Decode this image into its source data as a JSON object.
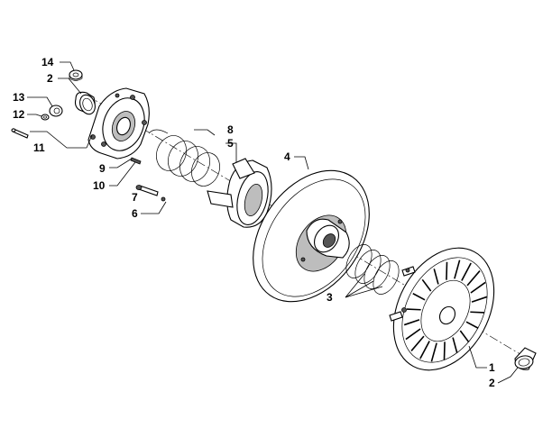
{
  "callouts": [
    {
      "id": "c14",
      "text": "14"
    },
    {
      "id": "c2a",
      "text": "2"
    },
    {
      "id": "c13",
      "text": "13"
    },
    {
      "id": "c12",
      "text": "12"
    },
    {
      "id": "c11",
      "text": "11"
    },
    {
      "id": "c9",
      "text": "9"
    },
    {
      "id": "c10",
      "text": "10"
    },
    {
      "id": "c8",
      "text": "8"
    },
    {
      "id": "c5",
      "text": "5"
    },
    {
      "id": "c4",
      "text": "4"
    },
    {
      "id": "c7",
      "text": "7"
    },
    {
      "id": "c6",
      "text": "6"
    },
    {
      "id": "c3",
      "text": "3"
    },
    {
      "id": "c1",
      "text": "1"
    },
    {
      "id": "c2b",
      "text": "2"
    }
  ]
}
